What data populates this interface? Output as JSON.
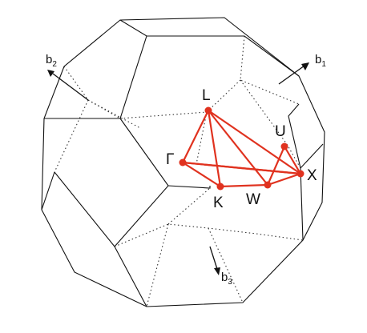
{
  "points": [
    {
      "id": "L",
      "label": "L"
    },
    {
      "id": "U",
      "label": "U"
    },
    {
      "id": "Gamma",
      "label": "Γ"
    },
    {
      "id": "X",
      "label": "X"
    },
    {
      "id": "K",
      "label": "K"
    },
    {
      "id": "W",
      "label": "W"
    }
  ],
  "vectors": [
    {
      "id": "b1",
      "base": "b",
      "sub": "1"
    },
    {
      "id": "b2",
      "base": "b",
      "sub": "2"
    },
    {
      "id": "b3",
      "base": "b",
      "sub": "3"
    }
  ],
  "colors": {
    "path": "#e0321f",
    "edges": "#111111",
    "background": "#ffffff"
  }
}
